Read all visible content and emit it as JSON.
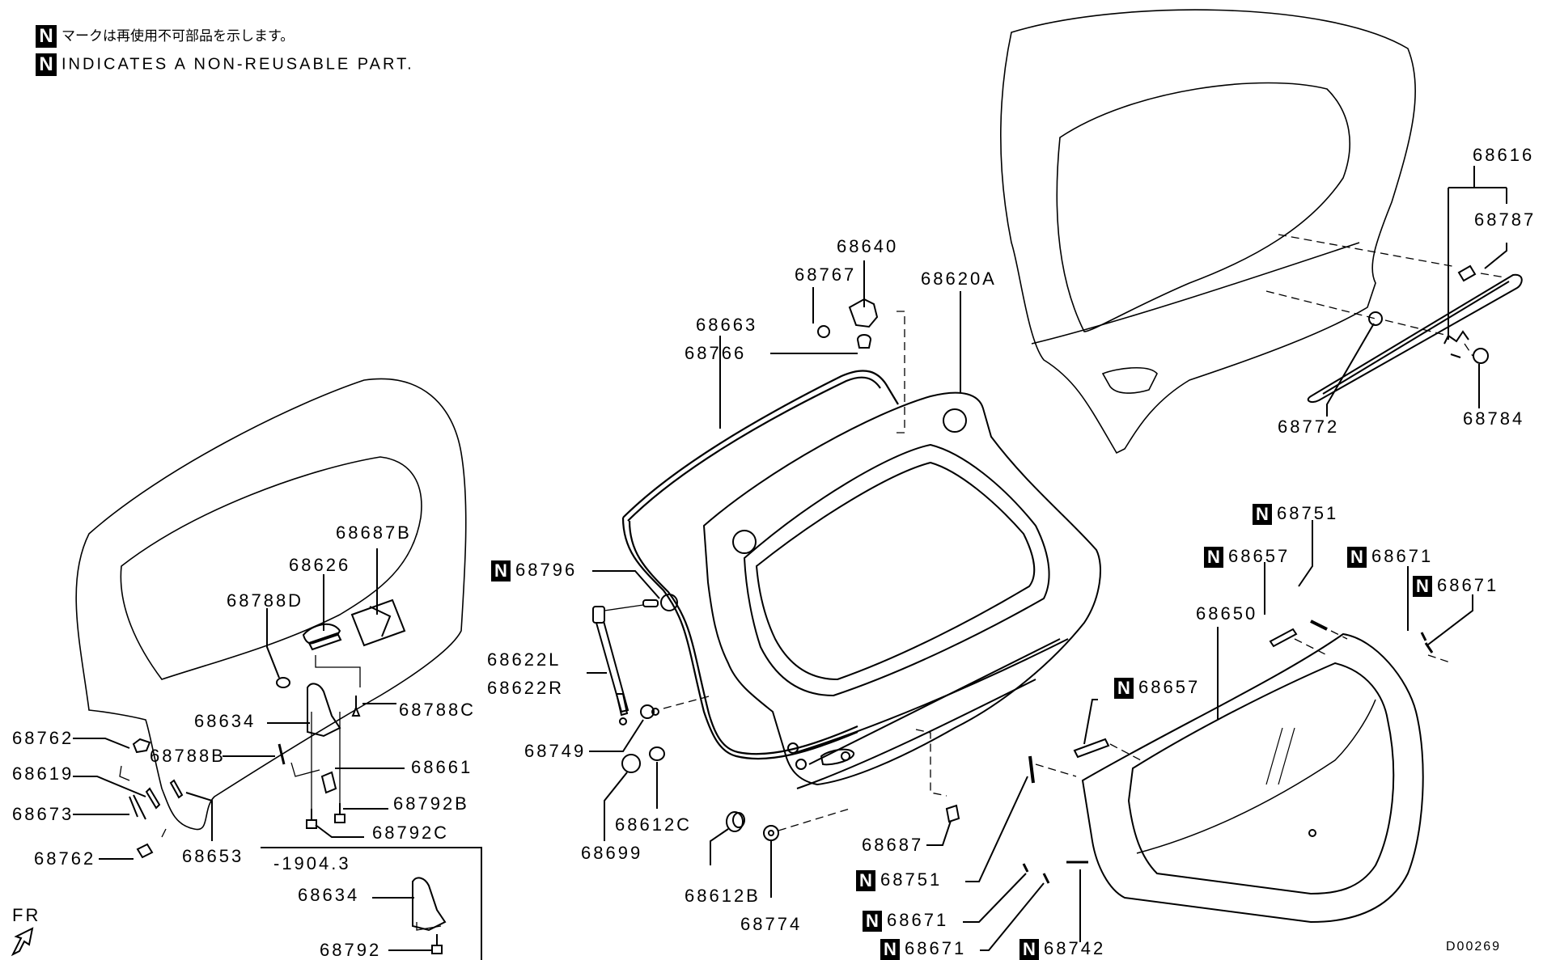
{
  "notes": {
    "mark": "N",
    "japanese": "マークは再使用不可部品を示します。",
    "english": "INDICATES A NON-REUSABLE PART."
  },
  "drawing_code": "D00269",
  "direction_label": "FR",
  "serial_break": "-1904.3",
  "labels": [
    {
      "id": "68616",
      "text": "68616",
      "non_reusable": false
    },
    {
      "id": "68787",
      "text": "68787",
      "non_reusable": false
    },
    {
      "id": "68772",
      "text": "68772",
      "non_reusable": false
    },
    {
      "id": "68784",
      "text": "68784",
      "non_reusable": false
    },
    {
      "id": "68640",
      "text": "68640",
      "non_reusable": false
    },
    {
      "id": "68767",
      "text": "68767",
      "non_reusable": false
    },
    {
      "id": "68620A",
      "text": "68620A",
      "non_reusable": false
    },
    {
      "id": "68663",
      "text": "68663",
      "non_reusable": false
    },
    {
      "id": "68766",
      "text": "68766",
      "non_reusable": false
    },
    {
      "id": "68687B",
      "text": "68687B",
      "non_reusable": false
    },
    {
      "id": "68626",
      "text": "68626",
      "non_reusable": false
    },
    {
      "id": "68788D",
      "text": "68788D",
      "non_reusable": false
    },
    {
      "id": "68634a",
      "text": "68634",
      "non_reusable": false
    },
    {
      "id": "68788C",
      "text": "68788C",
      "non_reusable": false
    },
    {
      "id": "68762a",
      "text": "68762",
      "non_reusable": false
    },
    {
      "id": "68619",
      "text": "68619",
      "non_reusable": false
    },
    {
      "id": "68788B",
      "text": "68788B",
      "non_reusable": false
    },
    {
      "id": "68661",
      "text": "68661",
      "non_reusable": false
    },
    {
      "id": "68673",
      "text": "68673",
      "non_reusable": false
    },
    {
      "id": "68792B",
      "text": "68792B",
      "non_reusable": false
    },
    {
      "id": "68792C",
      "text": "68792C",
      "non_reusable": false
    },
    {
      "id": "68762b",
      "text": "68762",
      "non_reusable": false
    },
    {
      "id": "68653",
      "text": "68653",
      "non_reusable": false
    },
    {
      "id": "68634b",
      "text": "68634",
      "non_reusable": false
    },
    {
      "id": "68792",
      "text": "68792",
      "non_reusable": false
    },
    {
      "id": "68796",
      "text": "68796",
      "non_reusable": true
    },
    {
      "id": "68622L",
      "text": "68622L",
      "non_reusable": false
    },
    {
      "id": "68622R",
      "text": "68622R",
      "non_reusable": false
    },
    {
      "id": "68749",
      "text": "68749",
      "non_reusable": false
    },
    {
      "id": "68699",
      "text": "68699",
      "non_reusable": false
    },
    {
      "id": "68612C",
      "text": "68612C",
      "non_reusable": false
    },
    {
      "id": "68612B",
      "text": "68612B",
      "non_reusable": false
    },
    {
      "id": "68774",
      "text": "68774",
      "non_reusable": false
    },
    {
      "id": "68687",
      "text": "68687",
      "non_reusable": false
    },
    {
      "id": "68751a",
      "text": "68751",
      "non_reusable": true
    },
    {
      "id": "68671a",
      "text": "68671",
      "non_reusable": true
    },
    {
      "id": "68671b",
      "text": "68671",
      "non_reusable": true
    },
    {
      "id": "68742",
      "text": "68742",
      "non_reusable": true
    },
    {
      "id": "68751b",
      "text": "68751",
      "non_reusable": true
    },
    {
      "id": "68657a",
      "text": "68657",
      "non_reusable": true
    },
    {
      "id": "68650",
      "text": "68650",
      "non_reusable": false
    },
    {
      "id": "68671c",
      "text": "68671",
      "non_reusable": true
    },
    {
      "id": "68671d",
      "text": "68671",
      "non_reusable": true
    },
    {
      "id": "68657b",
      "text": "68657",
      "non_reusable": true
    }
  ]
}
